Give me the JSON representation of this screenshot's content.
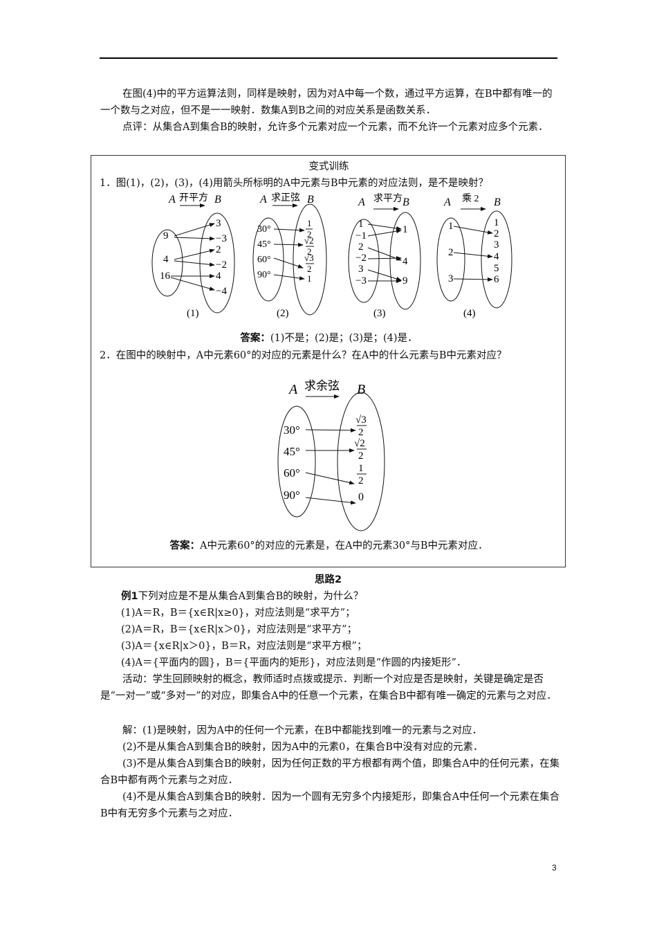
{
  "intro": {
    "p1": "在图(4)中的平方运算法则，同样是映射，因为对A中每一个数，通过平方运算，在B中都有唯一的一个数与之对应，但不是一一映射．数集A到B之间的对应关系是函数关系．",
    "p2": "点评：从集合A到集合B的映射，允许多个元素对应一个元素，而不允许一个元素对应多个元素．"
  },
  "exercise_box": {
    "title": "变式训练",
    "q1": "1．图(1)，(2)，(3)，(4)用箭头所标明的A中元素与B中元素的对应法则，是不是映射？",
    "figures": [
      {
        "label": "(1)",
        "set_a": "A",
        "set_b": "B",
        "rule": "开平方",
        "a_elements": [
          "9",
          "4",
          "16"
        ],
        "b_elements": [
          "3",
          "−3",
          "2",
          "−2",
          "4",
          "−4"
        ]
      },
      {
        "label": "(2)",
        "set_a": "A",
        "set_b": "B",
        "rule": "求正弦",
        "a_elements": [
          "30°",
          "45°",
          "60°",
          "90°"
        ],
        "b_elements": [
          "1/2",
          "√2/2",
          "√3/2",
          "1"
        ]
      },
      {
        "label": "(3)",
        "set_a": "A",
        "set_b": "B",
        "rule": "求平方",
        "a_elements": [
          "1",
          "−1",
          "2",
          "−2",
          "3",
          "−3"
        ],
        "b_elements": [
          "1",
          "4",
          "9"
        ]
      },
      {
        "label": "(4)",
        "set_a": "A",
        "set_b": "B",
        "rule": "乘 2",
        "a_elements": [
          "1",
          "2",
          "3"
        ],
        "b_elements": [
          "1",
          "2",
          "3",
          "4",
          "5",
          "6"
        ]
      }
    ],
    "answer1_label": "答案：",
    "answer1_text": "(1)不是；(2)是；(3)是；(4)是．",
    "q2": "2．在图中的映射中，A中元素60°的对应的元素是什么？在A中的什么元素与B中元素对应？",
    "figure2": {
      "set_a": "A",
      "set_b": "B",
      "rule": "求余弦",
      "a_elements": [
        "30°",
        "45°",
        "60°",
        "90°"
      ],
      "b_elements": [
        "√3/2",
        "√2/2",
        "1/2",
        "0"
      ]
    },
    "answer2_label": "答案：",
    "answer2_text": "A中元素60°的对应的元素是，在A中的元素30°与B中元素对应．"
  },
  "section2": {
    "heading": "思路2",
    "example_label": "例1",
    "example_text": "下列对应是不是从集合A到集合B的映射，为什么？",
    "items": [
      "(1)A＝R，B＝{x∈R|x≥0}，对应法则是“求平方”；",
      "(2)A＝R，B＝{x∈R|x＞0}，对应法则是“求平方”；",
      "(3)A＝{x∈R|x＞0}，B＝R，对应法则是“求平方根”；",
      "(4)A＝{平面内的圆}，B＝{平面内的矩形}，对应法则是“作圆的内接矩形”．"
    ],
    "activity": "活动：学生回顾映射的概念，教师适时点拨或提示．判断一个对应是否是映射，关键是确定是否是“一对一”或“多对一”的对应，即集合A中的任意一个元素，在集合B中都有唯一确定的元素与之对应．",
    "solutions": [
      "解：(1)是映射，因为A中的任何一个元素，在B中都能找到唯一的元素与之对应．",
      "(2)不是从集合A到集合B的映射，因为A中的元素0，在集合B中没有对应的元素．",
      "(3)不是从集合A到集合B的映射，因为任何正数的平方根都有两个值，即集合A中的任何元素，在集合B中都有两个元素与之对应．",
      "(4)不是从集合A到集合B的映射．因为一个圆有无穷多个内接矩形，即集合A中任何一个元素在集合B中有无穷多个元素与之对应．"
    ]
  },
  "footer": {
    "page_number": "3"
  }
}
